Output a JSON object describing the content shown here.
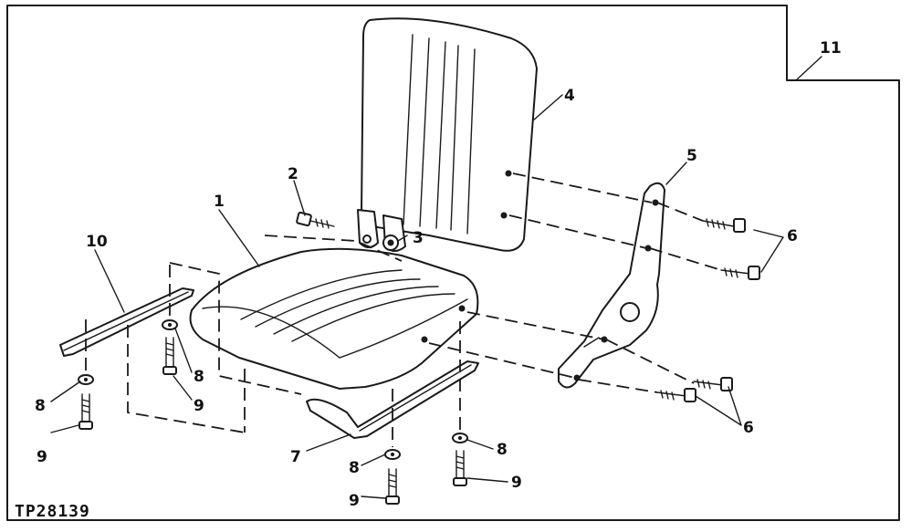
{
  "callouts": {
    "c1": "1",
    "c2": "2",
    "c3": "3",
    "c4": "4",
    "c5": "5",
    "c6a": "6",
    "c6b": "6",
    "c7": "7",
    "c8a": "8",
    "c8b": "8",
    "c8c": "8",
    "c8d": "8",
    "c9a": "9",
    "c9b": "9",
    "c9c": "9",
    "c9d": "9",
    "c10": "10",
    "c11": "11"
  },
  "reference_code": "TP28139"
}
